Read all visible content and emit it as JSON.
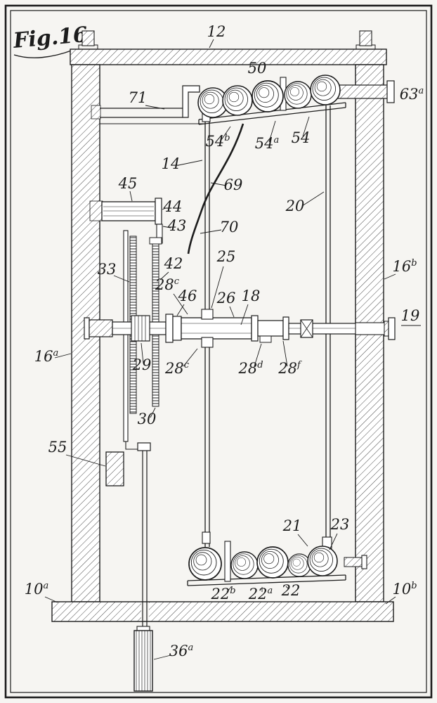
{
  "figure_label": "Fig.16.",
  "colors": {
    "ink": "#1c1c1c",
    "paper": "#f6f5f2"
  },
  "labels": {
    "f12": {
      "base": "12",
      "sup": ""
    },
    "f50": {
      "base": "50",
      "sup": ""
    },
    "f71": {
      "base": "71",
      "sup": ""
    },
    "f63a": {
      "base": "63",
      "sup": "a"
    },
    "f54b": {
      "base": "54",
      "sup": "b"
    },
    "f54a": {
      "base": "54",
      "sup": "a"
    },
    "f54": {
      "base": "54",
      "sup": ""
    },
    "f14": {
      "base": "14",
      "sup": ""
    },
    "f45": {
      "base": "45",
      "sup": ""
    },
    "f44": {
      "base": "44",
      "sup": ""
    },
    "f43": {
      "base": "43",
      "sup": ""
    },
    "f69": {
      "base": "69",
      "sup": ""
    },
    "f20": {
      "base": "20",
      "sup": ""
    },
    "f70": {
      "base": "70",
      "sup": ""
    },
    "f33": {
      "base": "33",
      "sup": ""
    },
    "f42": {
      "base": "42",
      "sup": ""
    },
    "f25": {
      "base": "25",
      "sup": ""
    },
    "f28c1": {
      "base": "28",
      "sup": "c"
    },
    "f46": {
      "base": "46",
      "sup": ""
    },
    "f26": {
      "base": "26",
      "sup": ""
    },
    "f18": {
      "base": "18",
      "sup": ""
    },
    "f16b": {
      "base": "16",
      "sup": "b"
    },
    "f19": {
      "base": "19",
      "sup": ""
    },
    "f16a": {
      "base": "16",
      "sup": "a"
    },
    "f29": {
      "base": "29",
      "sup": ""
    },
    "f28c2": {
      "base": "28",
      "sup": "c"
    },
    "f28d": {
      "base": "28",
      "sup": "d"
    },
    "f28f": {
      "base": "28",
      "sup": "f"
    },
    "f30": {
      "base": "30",
      "sup": ""
    },
    "f55": {
      "base": "55",
      "sup": ""
    },
    "f21": {
      "base": "21",
      "sup": ""
    },
    "f23": {
      "base": "23",
      "sup": ""
    },
    "f10a": {
      "base": "10",
      "sup": "a"
    },
    "f22b": {
      "base": "22",
      "sup": "b"
    },
    "f22a": {
      "base": "22",
      "sup": "a"
    },
    "f22": {
      "base": "22",
      "sup": ""
    },
    "f10b": {
      "base": "10",
      "sup": "b"
    },
    "f36a": {
      "base": "36",
      "sup": "a"
    }
  }
}
